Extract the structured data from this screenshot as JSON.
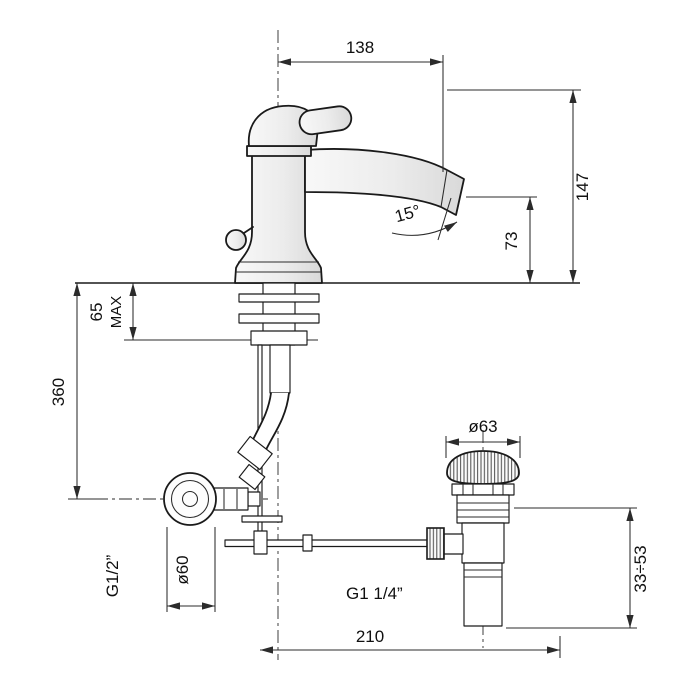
{
  "drawing": {
    "type": "technical-dimension-drawing",
    "subject": "single-hole basin mixer with pop-up waste",
    "colors": {
      "ink": "#1a1a1a",
      "background": "#ffffff",
      "shading": "#dcdcdc"
    },
    "dims": {
      "spout_reach": "138",
      "total_height": "147",
      "spout_height": "73",
      "spout_angle": "15°",
      "deck_max": "65",
      "deck_max_suffix": "MAX",
      "supply_drop": "360",
      "supply_thread": "G1/2”",
      "flange_diameter": "ø60",
      "waste_thread": "G1 1/4”",
      "waste_flange_diameter": "ø63",
      "waste_adjust_range": "33÷53",
      "waste_offset": "210"
    }
  }
}
